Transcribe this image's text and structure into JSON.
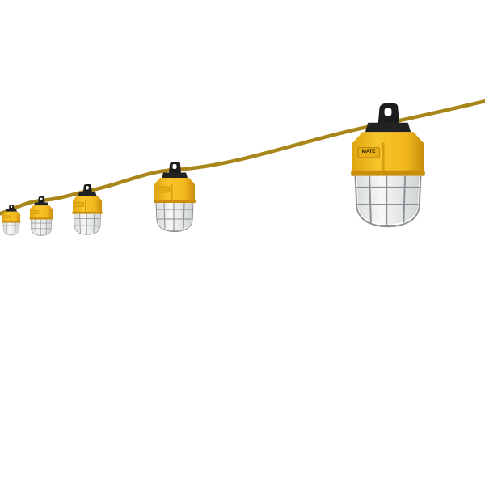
{
  "image": {
    "subject": "string-lights",
    "lamp_count": 5,
    "lamp_logo_text": "MATE",
    "colors": {
      "background": "#ffffff",
      "cord": "#a8861a",
      "housing": "#f2b81c",
      "housing_shadow": "#c98e0c",
      "cap": "#1c1c1c",
      "glass": "#eef0f0",
      "cage": "#8d8f92"
    }
  }
}
